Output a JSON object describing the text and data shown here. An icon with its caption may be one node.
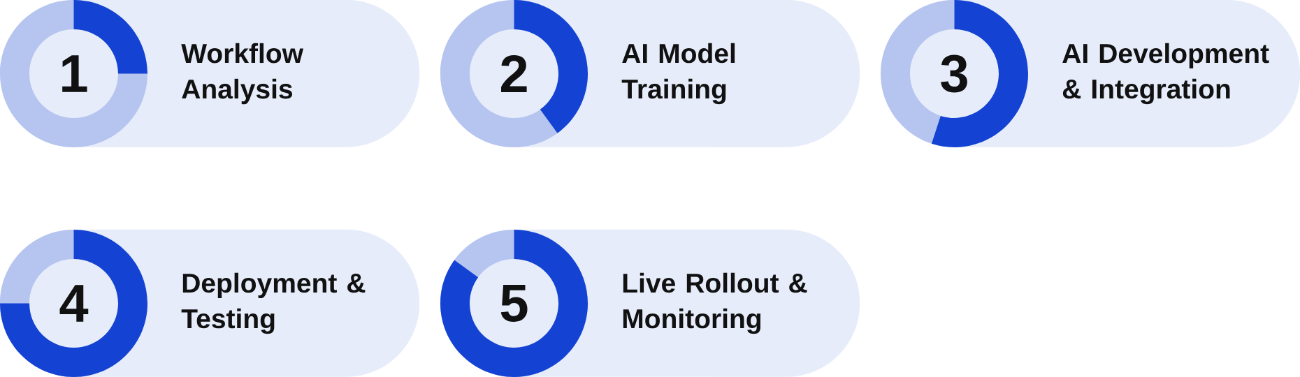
{
  "diagram": {
    "nodes": [
      {
        "text": [
          "1",
          "Workflow Analysis"
        ]
      },
      {
        "text": [
          "2",
          "AI Model Training"
        ]
      },
      {
        "text": [
          "3",
          "AI Development & Integration"
        ]
      },
      {
        "text": [
          "4",
          "Deployment & Testing"
        ]
      },
      {
        "text": [
          "5",
          "Live Rollout & Monitoring"
        ]
      }
    ]
  }
}
